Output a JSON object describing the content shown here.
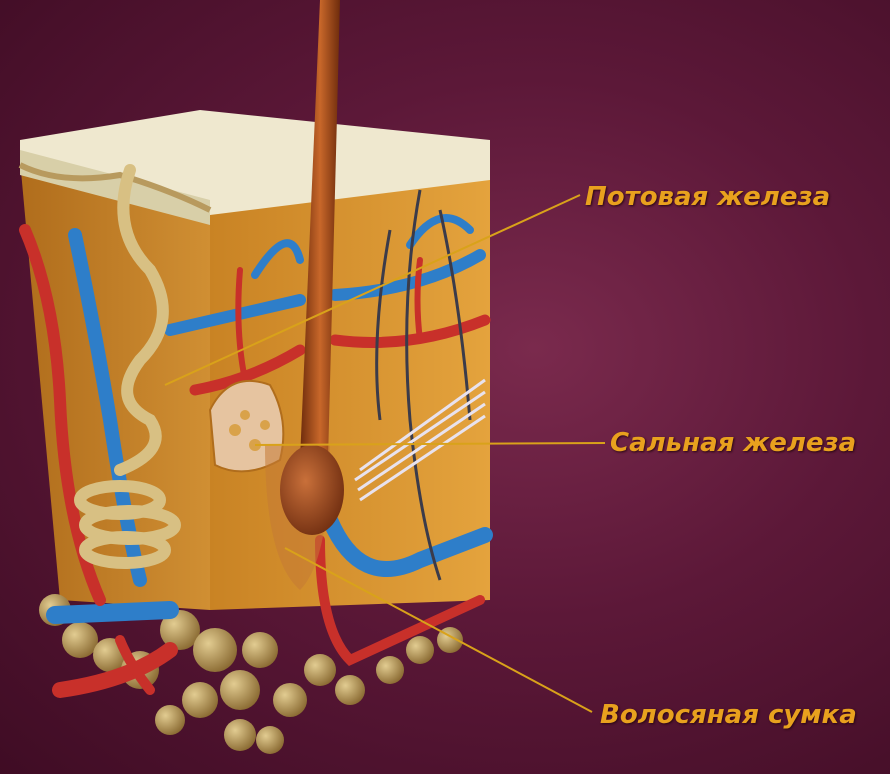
{
  "labels": {
    "sweat_gland": "Потовая железа",
    "sebaceous_gland": "Сальная железа",
    "hair_follicle": "Волосяная сумка"
  },
  "colors": {
    "background": "#5c1838",
    "label_text": "#e8a11e",
    "leader_line": "#d9a21a",
    "artery": "#c8302a",
    "vein": "#2e7ec9",
    "dermis": "#d9962f",
    "epidermis": "#efe8cf",
    "fat": "#b79a5c",
    "hair": "#a8521e"
  }
}
